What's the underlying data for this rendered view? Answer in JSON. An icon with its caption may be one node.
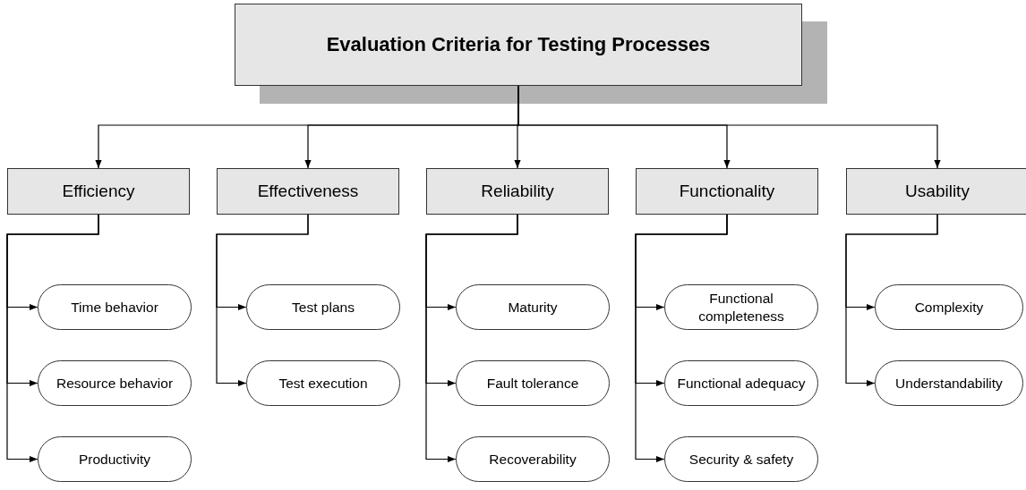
{
  "diagram": {
    "nodes": [
      {
        "text": [
          "Evaluation Criteria for Testing  Processes"
        ]
      },
      {
        "text": [
          "Efficiency"
        ]
      },
      {
        "text": [
          "Effectiveness"
        ]
      },
      {
        "text": [
          "Reliability"
        ]
      },
      {
        "text": [
          "Functionality"
        ]
      },
      {
        "text": [
          "Usability"
        ]
      },
      {
        "text": [
          "Time behavior"
        ]
      },
      {
        "text": [
          "Resource behavior"
        ]
      },
      {
        "text": [
          "Productivity"
        ]
      },
      {
        "text": [
          "Test plans"
        ]
      },
      {
        "text": [
          "Test execution"
        ]
      },
      {
        "text": [
          "Maturity"
        ]
      },
      {
        "text": [
          "Fault tolerance"
        ]
      },
      {
        "text": [
          "Recoverability"
        ]
      },
      {
        "text": [
          "Functional completeness"
        ]
      },
      {
        "text": [
          "Functional adequacy"
        ]
      },
      {
        "text": [
          "Security & safety"
        ]
      },
      {
        "text": [
          "Complexity"
        ]
      },
      {
        "text": [
          "Understandability"
        ]
      }
    ],
    "edges": [
      {
        "from": 0,
        "to": 1,
        "arrow": "to"
      },
      {
        "from": 0,
        "to": 2,
        "arrow": "to"
      },
      {
        "from": 0,
        "to": 3,
        "arrow": "to"
      },
      {
        "from": 0,
        "to": 4,
        "arrow": "to"
      },
      {
        "from": 0,
        "to": 5,
        "arrow": "to"
      },
      {
        "from": 1,
        "to": 6,
        "arrow": "to"
      },
      {
        "from": 1,
        "to": 7,
        "arrow": "to"
      },
      {
        "from": 1,
        "to": 8,
        "arrow": "to"
      },
      {
        "from": 2,
        "to": 9,
        "arrow": "to"
      },
      {
        "from": 2,
        "to": 10,
        "arrow": "to"
      },
      {
        "from": 3,
        "to": 11,
        "arrow": "to"
      },
      {
        "from": 3,
        "to": 12,
        "arrow": "to"
      },
      {
        "from": 3,
        "to": 13,
        "arrow": "to"
      },
      {
        "from": 4,
        "to": 14,
        "arrow": "to"
      },
      {
        "from": 4,
        "to": 15,
        "arrow": "to"
      },
      {
        "from": 4,
        "to": 16,
        "arrow": "to"
      },
      {
        "from": 5,
        "to": 17,
        "arrow": "to"
      },
      {
        "from": 5,
        "to": 18,
        "arrow": "to"
      }
    ]
  }
}
